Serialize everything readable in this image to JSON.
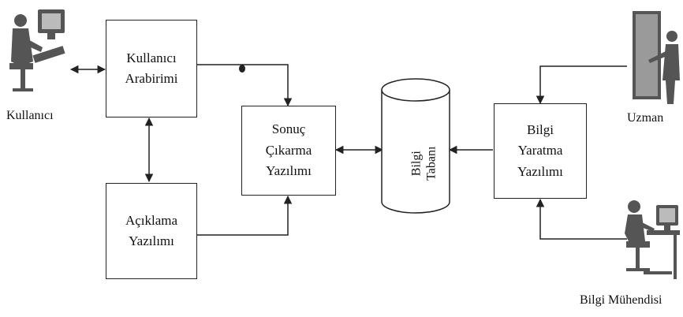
{
  "boxes": {
    "user_interface": [
      "Kullanıcı",
      "Arabirimi"
    ],
    "explanation": [
      "Açıklama",
      "Yazılımı"
    ],
    "inference": [
      "Sonuç",
      "Çıkarma",
      "Yazılımı"
    ],
    "knowledge_creation": [
      "Bilgi",
      "Yaratma",
      "Yazılımı"
    ]
  },
  "knowledge_base": [
    "Bilgi",
    "Tabanı"
  ],
  "actors": {
    "user": "Kullanıcı",
    "expert": "Uzman",
    "knowledge_engineer": "Bilgi Mühendisi"
  },
  "icons": {
    "user": "user-at-computer-icon",
    "expert": "expert-at-board-icon",
    "engineer": "engineer-at-workstation-icon"
  },
  "colors": {
    "line": "#222222",
    "icon": "#555555"
  }
}
